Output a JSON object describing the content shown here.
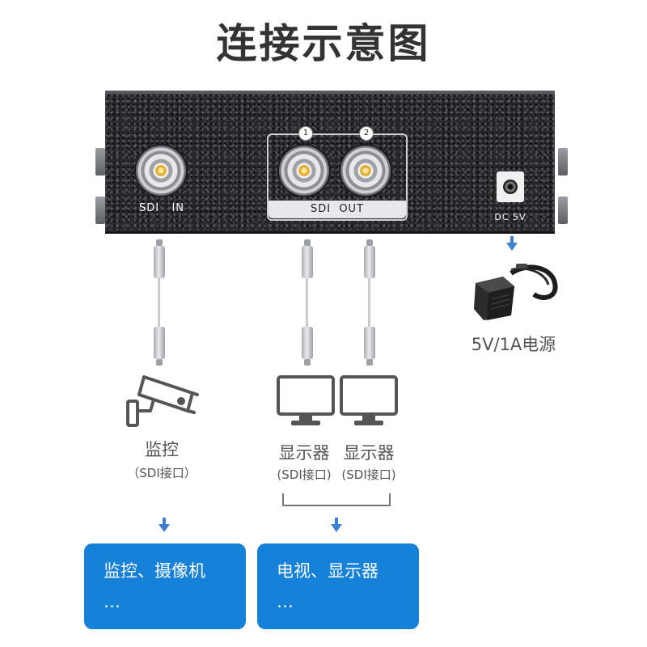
{
  "title": "连接示意图",
  "device": {
    "input_label": "SDI   IN",
    "output_label": "SDI  OUT",
    "output_numbers": [
      "1",
      "2"
    ],
    "power_label": "DC 5V"
  },
  "power": {
    "label": "5V/1A电源"
  },
  "source": {
    "name": "监控",
    "interface": "（SDI接口）"
  },
  "displays": [
    {
      "name": "显示器",
      "interface": "(SDI接口)"
    },
    {
      "name": "显示器",
      "interface": "(SDI接口)"
    }
  ],
  "categories": [
    {
      "line1": "监控、摄像机",
      "line2": "…"
    },
    {
      "line1": "电视、显示器",
      "line2": "…"
    }
  ],
  "colors": {
    "accent_blue": "#1681d8",
    "arrow_blue": "#3d7fd0",
    "device_body": "#26282c"
  }
}
